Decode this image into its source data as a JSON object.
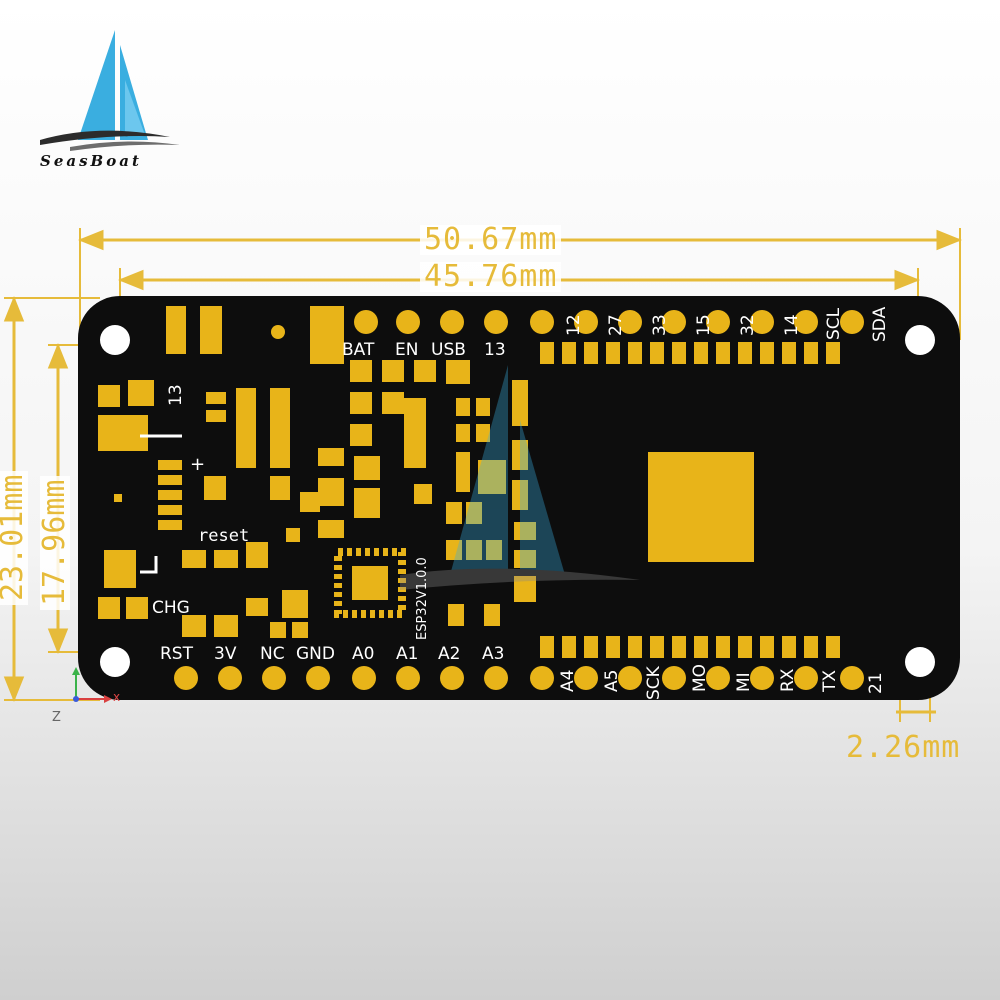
{
  "logo": {
    "text": "SeasBoat"
  },
  "dimensions": {
    "width_outer": "50.67mm",
    "width_inner": "45.76mm",
    "height_outer": "23.01mm",
    "height_inner": "17.96mm",
    "hole_spacing": "2.26mm",
    "color": "#e6bb3a"
  },
  "board": {
    "version": "ESP32V1.0.0",
    "pcb_color": "#0d0d0d",
    "pad_color": "#e8b419",
    "top_header": [
      "BAT",
      "EN",
      "USB",
      "13"
    ],
    "top_right_pins": [
      "12",
      "27",
      "33",
      "15",
      "32",
      "14",
      "SCL",
      "SDA"
    ],
    "bottom_left_pins": [
      "RST",
      "3V",
      "NC",
      "GND",
      "A0",
      "A1",
      "A2",
      "A3"
    ],
    "bottom_right_pins": [
      "A4",
      "A5",
      "SCK",
      "MO",
      "MI",
      "RX",
      "TX",
      "21"
    ],
    "silkscreen": {
      "pin13": "13",
      "plus": "+",
      "reset": "reset",
      "chg": "CHG"
    }
  },
  "axis": {
    "z": "Z",
    "x": "x"
  }
}
